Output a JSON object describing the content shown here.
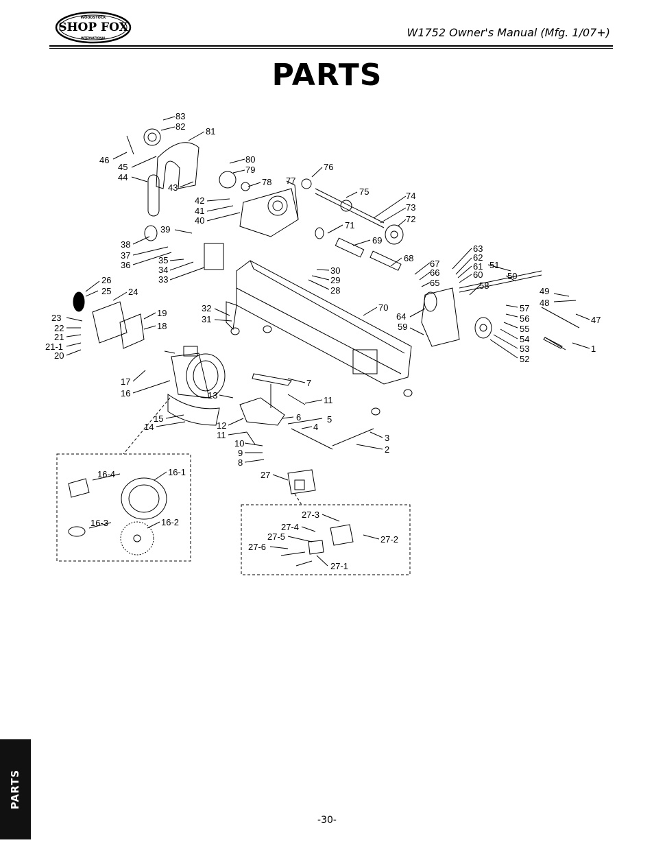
{
  "header": {
    "logo_text": "SHOP FOX",
    "logo_small_top": "WOODSTOCK",
    "logo_small_bottom": "INTERNATIONAL",
    "manual_title": "W1752 Owner's Manual (Mfg. 1/07+)"
  },
  "page_title": "PARTS",
  "side_tab": "PARTS",
  "page_number": "-30-",
  "callouts": {
    "c83": "83",
    "c82": "82",
    "c81": "81",
    "c46": "46",
    "c45": "45",
    "c44": "44",
    "c43": "43",
    "c80": "80",
    "c79": "79",
    "c78": "78",
    "c77": "77",
    "c76": "76",
    "c75": "75",
    "c74": "74",
    "c73": "73",
    "c72": "72",
    "c42": "42",
    "c41": "41",
    "c40": "40",
    "c39": "39",
    "c38": "38",
    "c37": "37",
    "c36": "36",
    "c35": "35",
    "c34": "34",
    "c33": "33",
    "c71": "71",
    "c69": "69",
    "c68": "68",
    "c63": "63",
    "c62": "62",
    "c61": "61",
    "c60": "60",
    "c67": "67",
    "c66": "66",
    "c65": "65",
    "c51": "51",
    "c50": "50",
    "c58": "58",
    "c30": "30",
    "c29": "29",
    "c28": "28",
    "c26": "26",
    "c25": "25",
    "c24": "24",
    "c49": "49",
    "c48": "48",
    "c47": "47",
    "c70": "70",
    "c32": "32",
    "c31": "31",
    "c64": "64",
    "c59": "59",
    "c57": "57",
    "c56": "56",
    "c55": "55",
    "c54": "54",
    "c53": "53",
    "c52": "52",
    "c1": "1",
    "c23": "23",
    "c22": "22",
    "c21": "21",
    "c21_1": "21-1",
    "c20": "20",
    "c19": "19",
    "c18": "18",
    "c17": "17",
    "c16": "16",
    "c7": "7",
    "c13": "13",
    "c11a": "11",
    "c15": "15",
    "c14": "14",
    "c12": "12",
    "c6": "6",
    "c5": "5",
    "c4": "4",
    "c11b": "11",
    "c10": "10",
    "c9": "9",
    "c8": "8",
    "c3": "3",
    "c2": "2",
    "c27": "27",
    "c16_4": "16-4",
    "c16_1": "16-1",
    "c16_3": "16-3",
    "c16_2": "16-2",
    "c27_3": "27-3",
    "c27_4": "27-4",
    "c27_5": "27-5",
    "c27_2": "27-2",
    "c27_6": "27-6",
    "c27_1": "27-1"
  }
}
